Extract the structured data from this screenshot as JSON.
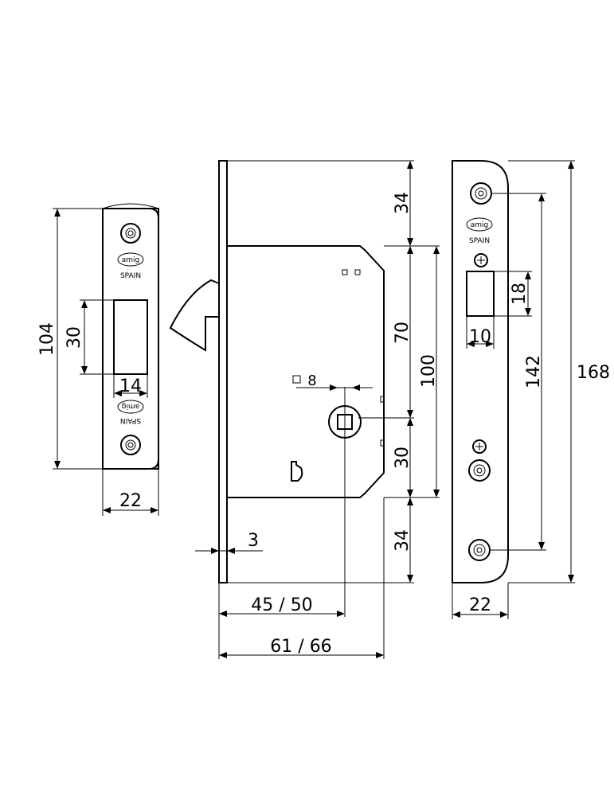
{
  "strike_plate": {
    "brand_logo": "amig",
    "origin_top": "SPAIN",
    "origin_bottom": "SPAIN",
    "dim_height": "104",
    "dim_opening_height": "30",
    "dim_opening_width": "14",
    "dim_width": "22"
  },
  "lock_body": {
    "dim_top": "34",
    "dim_mid": "70",
    "dim_body": "100",
    "dim_lower": "30",
    "dim_bottom": "34",
    "dim_faceplate_thickness": "3",
    "dim_spindle": "8",
    "spindle_symbol": "□",
    "dim_backset": "45 / 50",
    "dim_depth": "61 / 66"
  },
  "faceplate": {
    "brand_logo": "amig",
    "origin": "SPAIN",
    "dim_latch_height": "18",
    "dim_latch_width": "10",
    "dim_screw_spacing": "142",
    "dim_total_height": "168",
    "dim_width": "22"
  }
}
